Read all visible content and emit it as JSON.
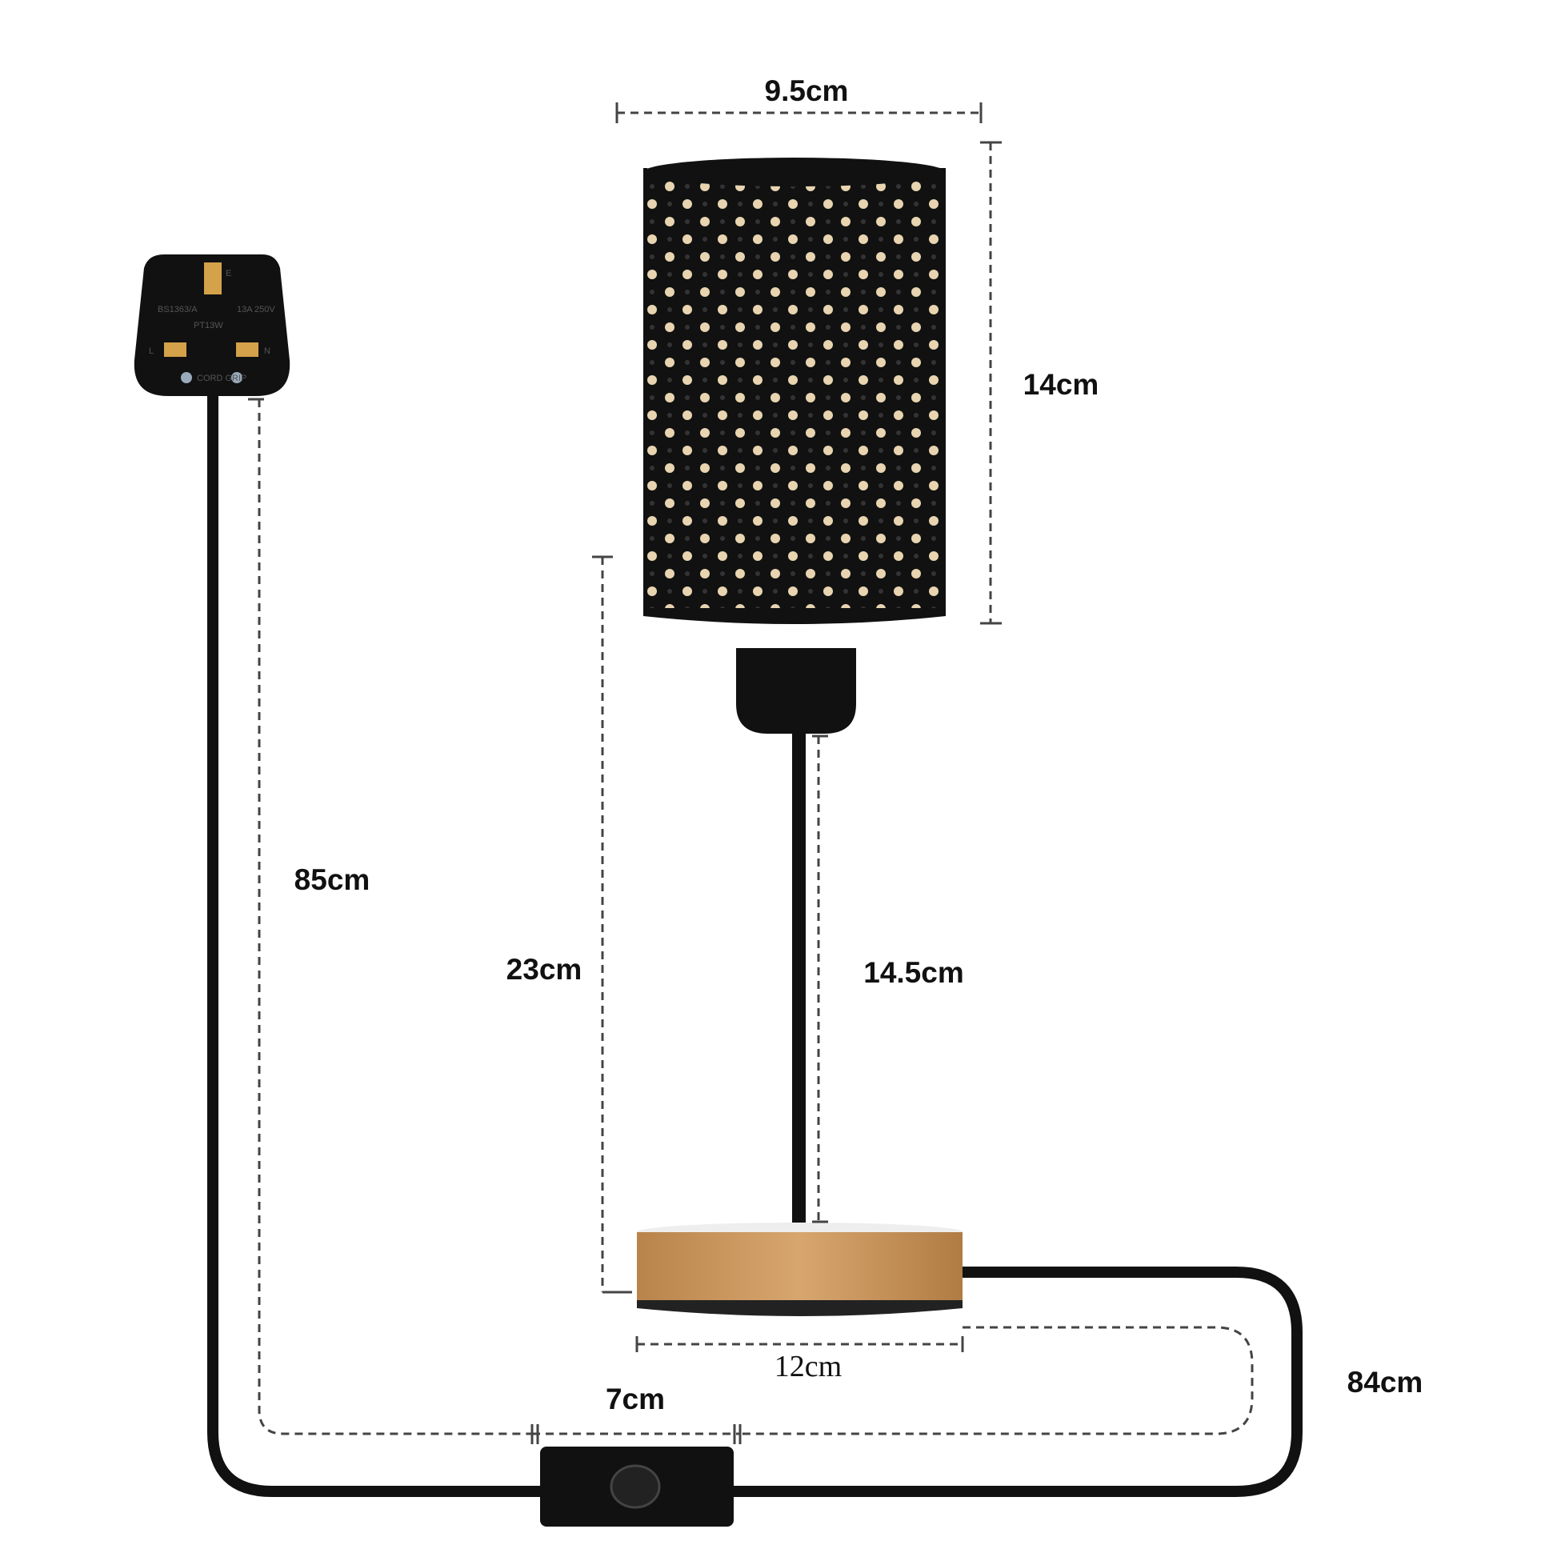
{
  "dimensions": {
    "shade_width": "9.5cm",
    "shade_height": "14cm",
    "lamp_height": "23cm",
    "stem_height": "14.5cm",
    "base_diameter": "12cm",
    "plug_to_switch_cable": "85cm",
    "switch_length": "7cm",
    "switch_to_lamp_cable": "84cm"
  },
  "plug": {
    "earth": "E",
    "standard": "BS1363/A",
    "rating": "13A 250V",
    "model": "PT13W",
    "live": "L",
    "neutral": "N",
    "cord_grip": "CORD GRIP"
  },
  "colors": {
    "lamp_black": "#111111",
    "wood": "#c9975f",
    "bulb_glow": "#f0a030",
    "dimension_line": "#444444"
  }
}
